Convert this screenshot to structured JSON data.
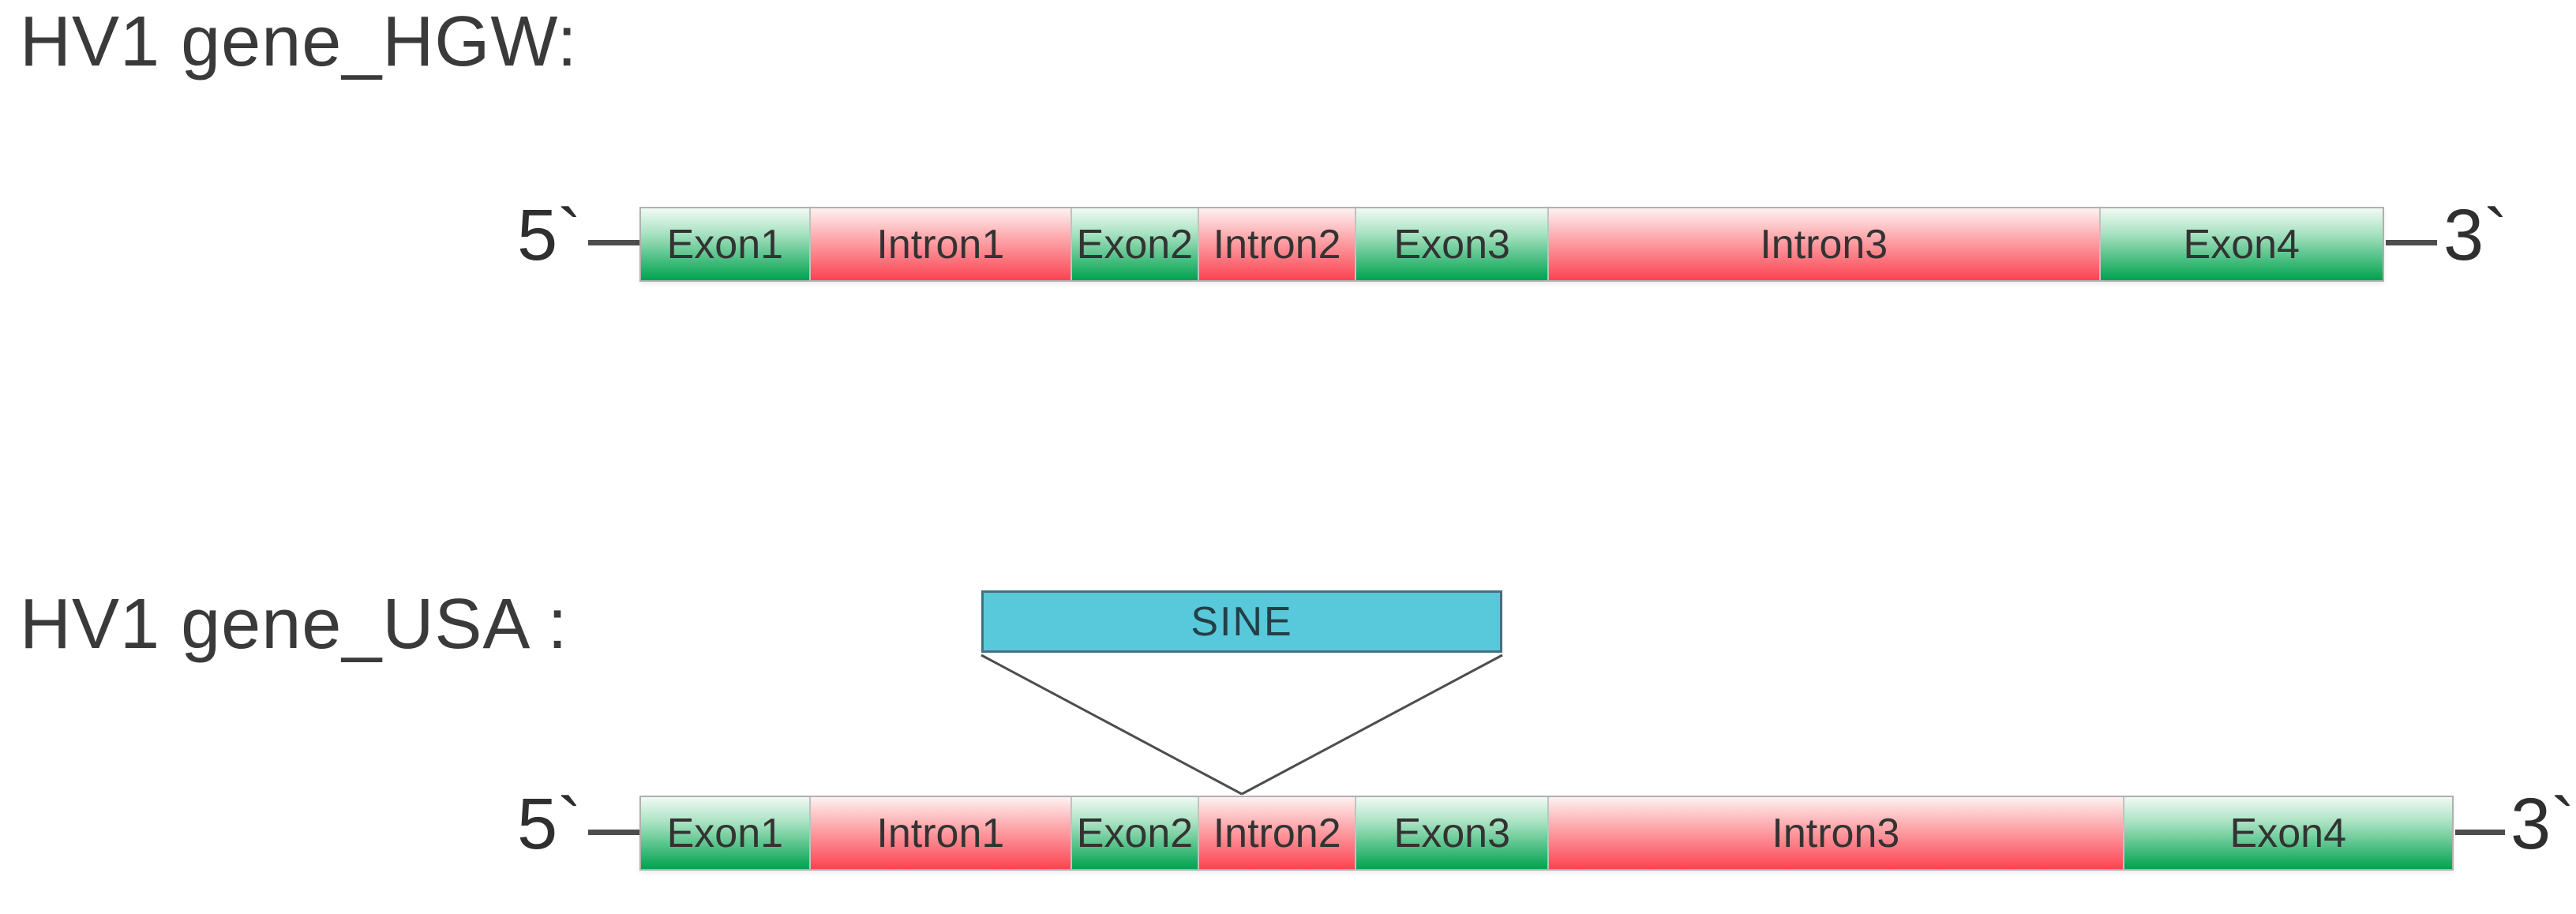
{
  "figure": {
    "type": "gene-structure-diagram",
    "background": "#ffffff"
  },
  "colors": {
    "exon_gradient_top": "#f1faf4",
    "exon_gradient_bottom": "#00a24e",
    "intron_gradient_top": "#fdf2f1",
    "intron_gradient_bottom": "#fb4351",
    "sine_fill": "#58c9da",
    "sine_border": "#44717d",
    "bar_border": "#b0b0b0",
    "line_color": "#4d4d4d",
    "text_color": "#3a3a3a"
  },
  "diagrams": [
    {
      "title": "HV1 gene_HGW:",
      "five_prime": "5`",
      "three_prime": "3`",
      "segments": [
        {
          "label": "Exon1",
          "type": "exon",
          "width_pct": 9.64
        },
        {
          "label": "Intron1",
          "type": "intron",
          "width_pct": 15.02
        },
        {
          "label": "Exon2",
          "type": "exon",
          "width_pct": 7.29
        },
        {
          "label": "Intron2",
          "type": "intron",
          "width_pct": 9.05
        },
        {
          "label": "Exon3",
          "type": "exon",
          "width_pct": 11.04
        },
        {
          "label": "Intron3",
          "type": "intron",
          "width_pct": 31.67
        },
        {
          "label": "Exon4",
          "type": "exon",
          "width_pct": 16.29
        }
      ],
      "insertion": null
    },
    {
      "title": "HV1 gene_USA :",
      "five_prime": "5`",
      "three_prime": "3`",
      "segments": [
        {
          "label": "Exon1",
          "type": "exon",
          "width_pct": 9.27
        },
        {
          "label": "Intron1",
          "type": "intron",
          "width_pct": 14.45
        },
        {
          "label": "Exon2",
          "type": "exon",
          "width_pct": 7.01
        },
        {
          "label": "Intron2",
          "type": "intron",
          "width_pct": 8.7
        },
        {
          "label": "Exon3",
          "type": "exon",
          "width_pct": 10.62
        },
        {
          "label": "Intron3",
          "type": "intron",
          "width_pct": 31.76
        },
        {
          "label": "Exon4",
          "type": "exon",
          "width_pct": 18.19
        }
      ],
      "insertion": {
        "label": "SINE",
        "target": "Intron2"
      }
    }
  ]
}
